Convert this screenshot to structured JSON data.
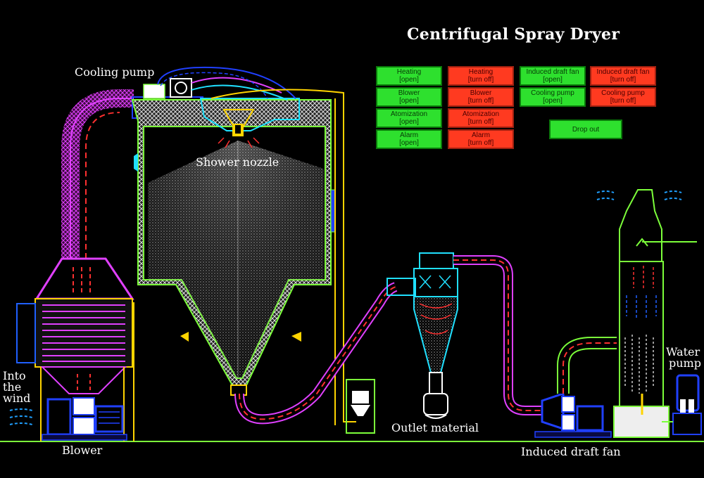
{
  "title": "Centrifugal Spray Dryer",
  "labels": {
    "cooling_pump": "Cooling pump",
    "shower_nozzle": "Shower nozzle",
    "into_the_wind_1": "Into",
    "into_the_wind_2": "the",
    "into_the_wind_3": "wind",
    "blower": "Blower",
    "outlet_material": "Outlet material",
    "induced_draft_fan": "Induced draft fan",
    "water_pump_1": "Water",
    "water_pump_2": "pump"
  },
  "controls": {
    "heating_open": {
      "name": "Heating",
      "state": "[open]"
    },
    "heating_off": {
      "name": "Heating",
      "state": "[turn off]"
    },
    "blower_open": {
      "name": "Blower",
      "state": "[open]"
    },
    "blower_off": {
      "name": "Blower",
      "state": "[turn off]"
    },
    "atomization_open": {
      "name": "Atomization",
      "state": "[open]"
    },
    "atomization_off": {
      "name": "Atomization",
      "state": "[turn off]"
    },
    "alarm_open": {
      "name": "Alarm",
      "state": "[open]"
    },
    "alarm_off": {
      "name": "Alarm",
      "state": "[turn off]"
    },
    "idf_open": {
      "name": "Induced draft fan",
      "state": "[open]"
    },
    "idf_off": {
      "name": "Induced draft fan",
      "state": "[turn off]"
    },
    "cooling_open": {
      "name": "Cooling pump",
      "state": "[open]"
    },
    "cooling_off": {
      "name": "Cooling pump",
      "state": "[turn off]"
    },
    "drop_out": "Drop out"
  },
  "colors": {
    "on": "#2ee02e",
    "off": "#ff3a20",
    "duct": "#e040ff",
    "frame": "#7cff3a",
    "cyclone": "#20e0ff",
    "motor": "#2040ff"
  }
}
